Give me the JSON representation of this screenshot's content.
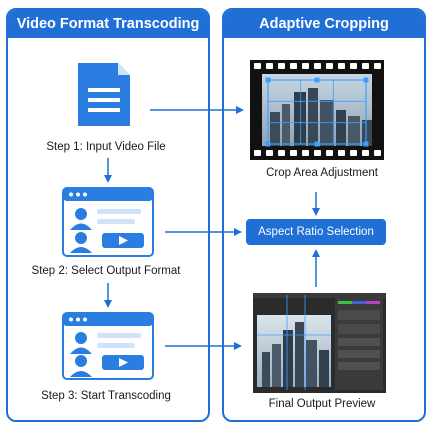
{
  "left_panel": {
    "title": "Video Format Transcoding",
    "steps": [
      {
        "label": "Step 1: Input Video File",
        "icon": "document-icon"
      },
      {
        "label": "Step 2: Select Output Format",
        "icon": "window-user-icon"
      },
      {
        "label": "Step 3: Start Transcoding",
        "icon": "window-user-icon"
      }
    ]
  },
  "right_panel": {
    "title": "Adaptive Cropping",
    "crop_label": "Crop Area Adjustment",
    "aspect_label": "Aspect Ratio Selection",
    "preview_label": "Final Output Preview"
  },
  "colors": {
    "accent": "#1f6fd6",
    "icon_fill": "#2a7de1",
    "light_blue": "#cfe3fb"
  }
}
